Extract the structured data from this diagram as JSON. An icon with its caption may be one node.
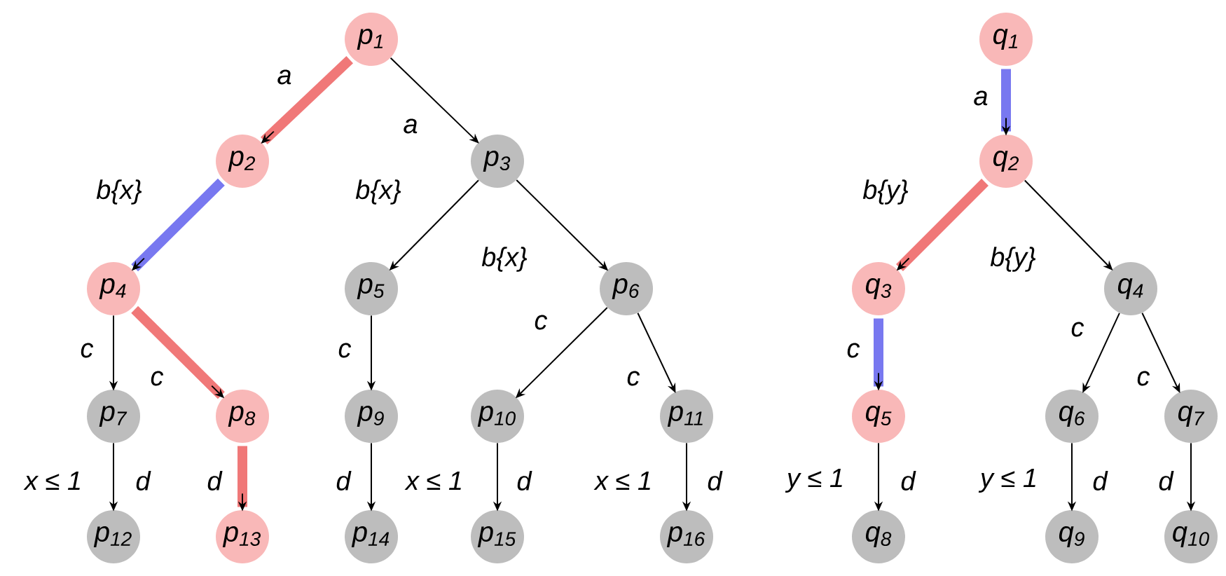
{
  "diagram": {
    "nodes": [
      {
        "text": [
          "p$_{1}$"
        ]
      },
      {
        "text": [
          "p$_{2}$"
        ]
      },
      {
        "text": [
          "p$_{3}$"
        ]
      },
      {
        "text": [
          "p$_{4}$"
        ]
      },
      {
        "text": [
          "p$_{5}$"
        ]
      },
      {
        "text": [
          "p$_{6}$"
        ]
      },
      {
        "text": [
          "p$_{7}$"
        ]
      },
      {
        "text": [
          "p$_{8}$"
        ]
      },
      {
        "text": [
          "p$_{9}$"
        ]
      },
      {
        "text": [
          "p$_{10}$"
        ]
      },
      {
        "text": [
          "p$_{11}$"
        ]
      },
      {
        "text": [
          "p$_{12}$"
        ]
      },
      {
        "text": [
          "p$_{13}$"
        ]
      },
      {
        "text": [
          "p$_{14}$"
        ]
      },
      {
        "text": [
          "p$_{15}$"
        ]
      },
      {
        "text": [
          "p$_{16}$"
        ]
      },
      {
        "text": [
          "q$_{1}$"
        ]
      },
      {
        "text": [
          "q$_{2}$"
        ]
      },
      {
        "text": [
          "q$_{3}$"
        ]
      },
      {
        "text": [
          "q$_{4}$"
        ]
      },
      {
        "text": [
          "q$_{5}$"
        ]
      },
      {
        "text": [
          "q$_{6}$"
        ]
      },
      {
        "text": [
          "q$_{7}$"
        ]
      },
      {
        "text": [
          "q$_{8}$"
        ]
      },
      {
        "text": [
          "q$_{9}$"
        ]
      },
      {
        "text": [
          "q$_{10}$"
        ]
      }
    ],
    "edges": [
      {
        "from": 0,
        "to": 1,
        "arrow": "to",
        "label": "a",
        "style": "thick",
        "color": "#f07878"
      },
      {
        "from": 0,
        "to": 2,
        "arrow": "to",
        "label": "a"
      },
      {
        "from": 1,
        "to": 3,
        "arrow": "to",
        "label": "b{x}",
        "style": "thick",
        "color": "#7878f0"
      },
      {
        "from": 2,
        "to": 4,
        "arrow": "to",
        "label": "b{x}"
      },
      {
        "from": 2,
        "to": 5,
        "arrow": "to",
        "label": "b{x}"
      },
      {
        "from": 3,
        "to": 6,
        "arrow": "to",
        "label": "c"
      },
      {
        "from": 3,
        "to": 7,
        "arrow": "to",
        "label": "c",
        "style": "thick",
        "color": "#f07878"
      },
      {
        "from": 4,
        "to": 8,
        "arrow": "to",
        "label": "c"
      },
      {
        "from": 5,
        "to": 9,
        "arrow": "to",
        "label": "c"
      },
      {
        "from": 5,
        "to": 10,
        "arrow": "to",
        "label": "c"
      },
      {
        "from": 6,
        "to": 11,
        "arrow": "to",
        "label": "d"
      },
      {
        "from": 7,
        "to": 12,
        "arrow": "to",
        "label": "d",
        "style": "thick",
        "color": "#f07878"
      },
      {
        "from": 8,
        "to": 13,
        "arrow": "to",
        "label": "d"
      },
      {
        "from": 9,
        "to": 14,
        "arrow": "to",
        "label": "d"
      },
      {
        "from": 10,
        "to": 15,
        "arrow": "to",
        "label": "d"
      },
      {
        "from": 16,
        "to": 17,
        "arrow": "to",
        "label": "a",
        "style": "thick",
        "color": "#7878f0"
      },
      {
        "from": 17,
        "to": 18,
        "arrow": "to",
        "label": "b{y}",
        "style": "thick",
        "color": "#f07878"
      },
      {
        "from": 17,
        "to": 19,
        "arrow": "to",
        "label": "b{y}"
      },
      {
        "from": 18,
        "to": 20,
        "arrow": "to",
        "label": "c",
        "style": "thick",
        "color": "#7878f0"
      },
      {
        "from": 19,
        "to": 21,
        "arrow": "to",
        "label": "c"
      },
      {
        "from": 19,
        "to": 22,
        "arrow": "to",
        "label": "c"
      },
      {
        "from": 20,
        "to": 23,
        "arrow": "to",
        "label": "d"
      },
      {
        "from": 21,
        "to": 24,
        "arrow": "to",
        "label": "d"
      },
      {
        "from": 22,
        "to": 25,
        "arrow": "to",
        "label": "d"
      }
    ],
    "labels": [
      "x ≤ 1",
      "x ≤ 1",
      "x ≤ 1",
      "y ≤ 1",
      "y ≤ 1"
    ]
  }
}
